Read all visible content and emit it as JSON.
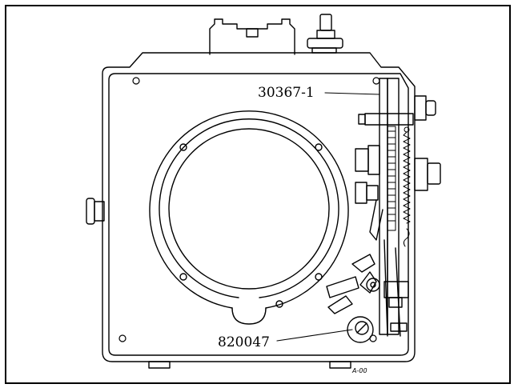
{
  "diagram": {
    "callouts": [
      {
        "id": "callout-top",
        "text": "30367-1"
      },
      {
        "id": "callout-bottom",
        "text": "820047"
      }
    ],
    "corner_mark": "A-00"
  }
}
